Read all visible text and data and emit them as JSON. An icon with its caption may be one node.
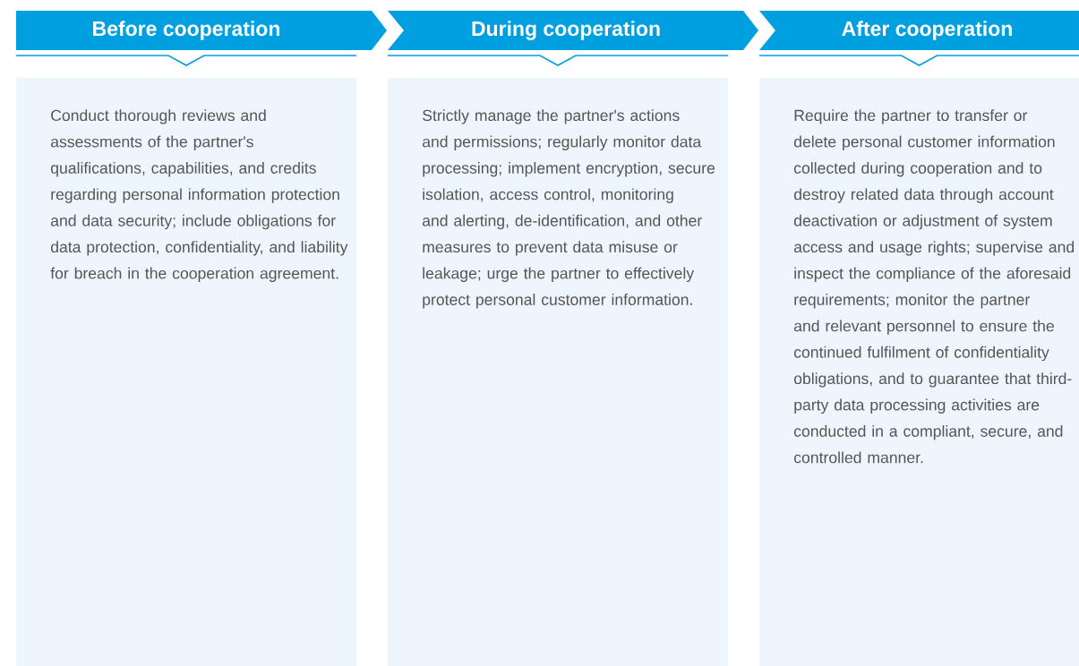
{
  "diagram": {
    "nodes": [
      {
        "text": [
          "Before cooperation"
        ]
      },
      {
        "text": [
          "During cooperation"
        ]
      },
      {
        "text": [
          "After cooperation"
        ]
      },
      {
        "text": [
          "Conduct thorough reviews and assessments of the partner's qualifications, capabilities, and credits regarding personal information protection and data security; include obligations for data protection, confidentiality, and liability for breach in the cooperation agreement."
        ]
      },
      {
        "text": [
          "Strictly manage the partner's actions and permissions; regularly monitor data processing; implement encryption, secure isolation, access control, monitoring and alerting, de-identification, and other measures to prevent data misuse or leakage; urge the partner to effectively protect personal customer information."
        ]
      },
      {
        "text": [
          "Require the partner to transfer or delete personal customer information collected during cooperation and to destroy related data through account deactivation or adjustment of system access and usage rights; supervise and inspect the compliance of the aforesaid requirements; monitor the partner and relevant personnel to ensure the continued fulfilment of confidentiality obligations, and to guarantee that third-party data processing activities are conducted in a compliant, secure, and controlled manner."
        ]
      }
    ]
  }
}
